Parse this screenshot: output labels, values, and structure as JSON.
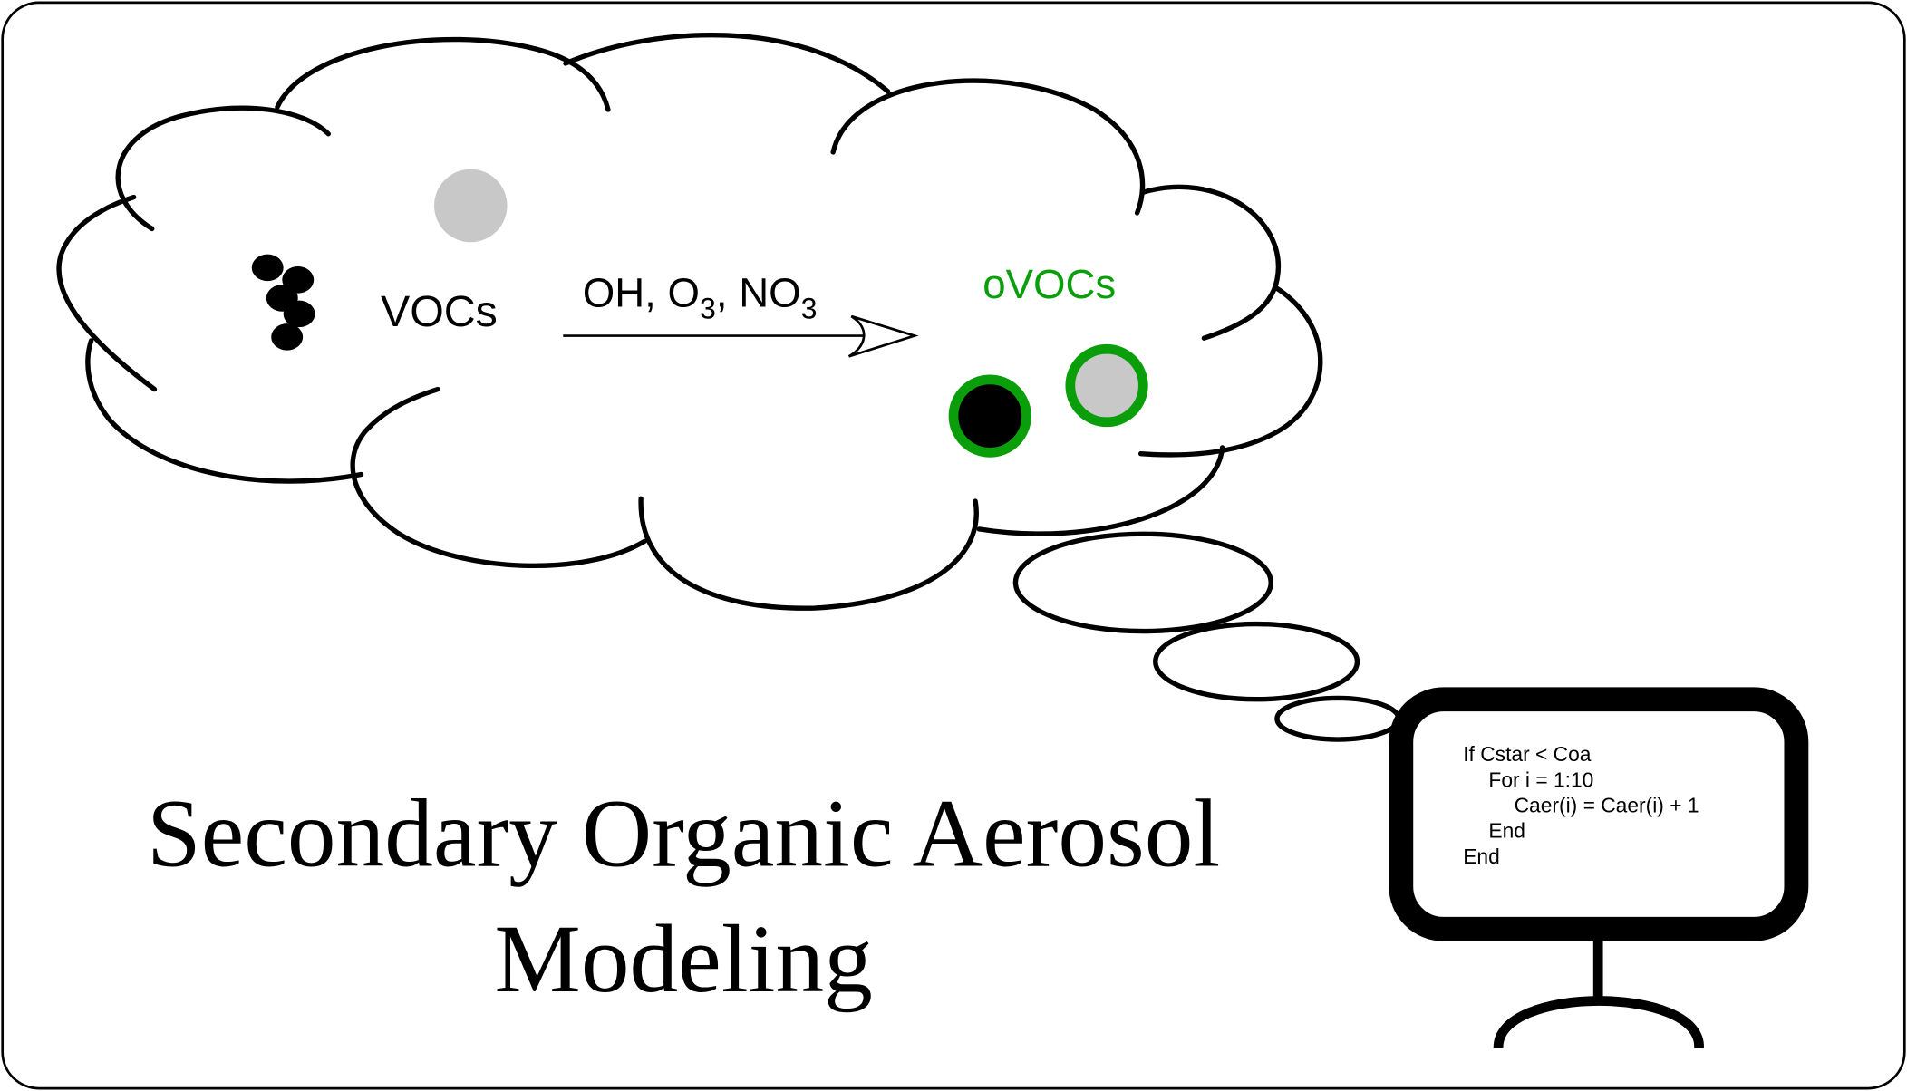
{
  "cloud": {
    "reactant_label": "VOCs",
    "oxidants": {
      "oh": "OH, O",
      "o3_sub": "3",
      "sep": ", NO",
      "no3_sub": "3"
    },
    "product_label": "oVOCs"
  },
  "title": {
    "line1": "Secondary Organic Aerosol",
    "line2": "Modeling"
  },
  "monitor": {
    "code_lines": [
      "If Cstar < Coa",
      "For  i = 1:10",
      "Caer(i) = Caer(i) + 1",
      "End",
      "End"
    ]
  },
  "colors": {
    "green": "#0a9e0a",
    "gray": "#c8c8c8"
  }
}
